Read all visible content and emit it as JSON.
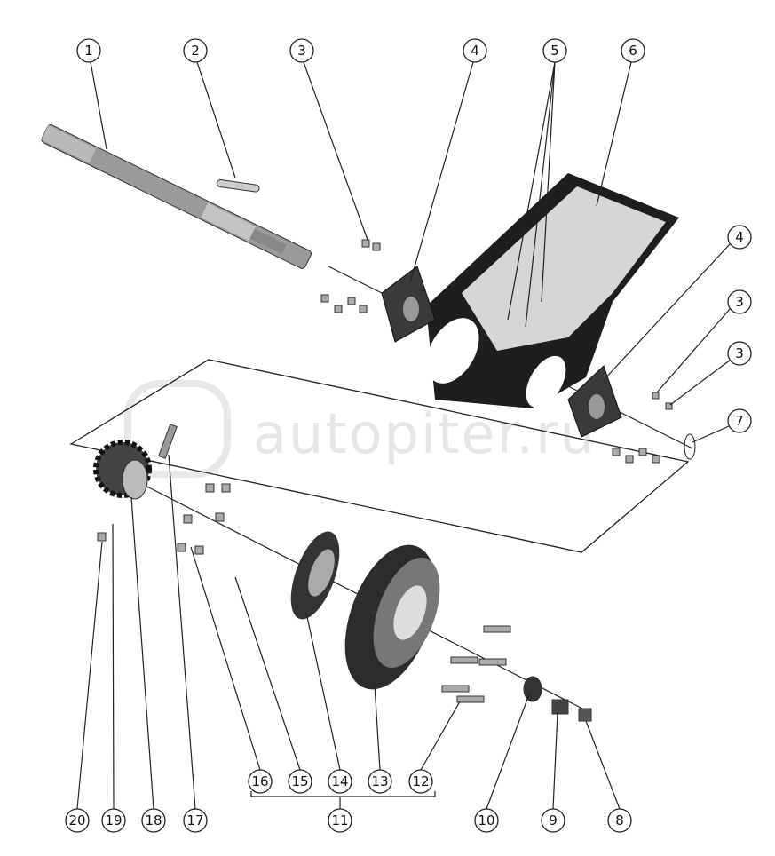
{
  "watermark": {
    "text": "autopiter.ru"
  },
  "callouts": [
    {
      "label": "1"
    },
    {
      "label": "2"
    },
    {
      "label": "3"
    },
    {
      "label": "4"
    },
    {
      "label": "5"
    },
    {
      "label": "6"
    },
    {
      "label": "4"
    },
    {
      "label": "3"
    },
    {
      "label": "3"
    },
    {
      "label": "7"
    },
    {
      "label": "16"
    },
    {
      "label": "15"
    },
    {
      "label": "14"
    },
    {
      "label": "13"
    },
    {
      "label": "12"
    },
    {
      "label": "11"
    },
    {
      "label": "20"
    },
    {
      "label": "19"
    },
    {
      "label": "18"
    },
    {
      "label": "17"
    },
    {
      "label": "10"
    },
    {
      "label": "9"
    },
    {
      "label": "8"
    }
  ]
}
